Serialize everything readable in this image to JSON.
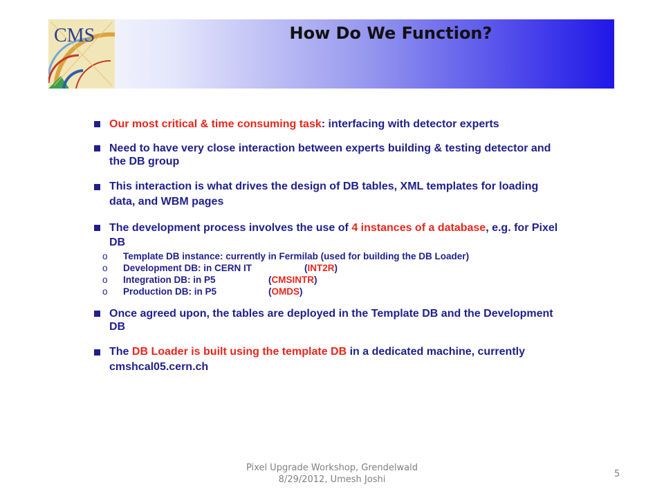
{
  "slide": {
    "title": "How Do We Function?",
    "logo_text": "CMS",
    "footer_line1": "Pixel Upgrade Workshop, Grendelwald",
    "footer_line2": "8/29/2012, Umesh Joshi",
    "page_number": "5"
  },
  "bullets": {
    "b1": {
      "red": "Our most critical & time consuming task",
      "rest": ":  interfacing with detector experts"
    },
    "b2": {
      "text": "Need to have very close interaction between experts building & testing detector and the DB group"
    },
    "b3": {
      "text": "This interaction is what drives the design of DB tables,  XML templates for loading data, and WBM pages"
    },
    "b4": {
      "pre": "The development process involves the use of ",
      "red": "4 instances of a database",
      "post": ", e.g. for Pixel DB",
      "subs": [
        {
          "text": "Template DB instance: currently in Fermilab (used for building the DB Loader)"
        },
        {
          "pre": "Development DB: in CERN IT",
          "open": "(",
          "red": "INT2R",
          "close": ")"
        },
        {
          "pre": "Integration DB:  in P5",
          "open": "(",
          "red": "CMSINTR",
          "close": ")"
        },
        {
          "pre": "Production DB:  in P5",
          "open": "(",
          "red": "OMDS",
          "close": ")"
        }
      ]
    },
    "b5": {
      "text": "Once agreed upon, the tables are deployed in the Template DB and the Development DB"
    },
    "b6": {
      "pre": "The ",
      "red": "DB Loader is built using the template DB",
      "post": " in a dedicated machine,  currently ",
      "host": "cmshcal05.cern.ch"
    }
  },
  "colors": {
    "body_text": "#1f1f8a",
    "highlight": "#e8261c",
    "title_gradient_end": "#1f17e8"
  }
}
